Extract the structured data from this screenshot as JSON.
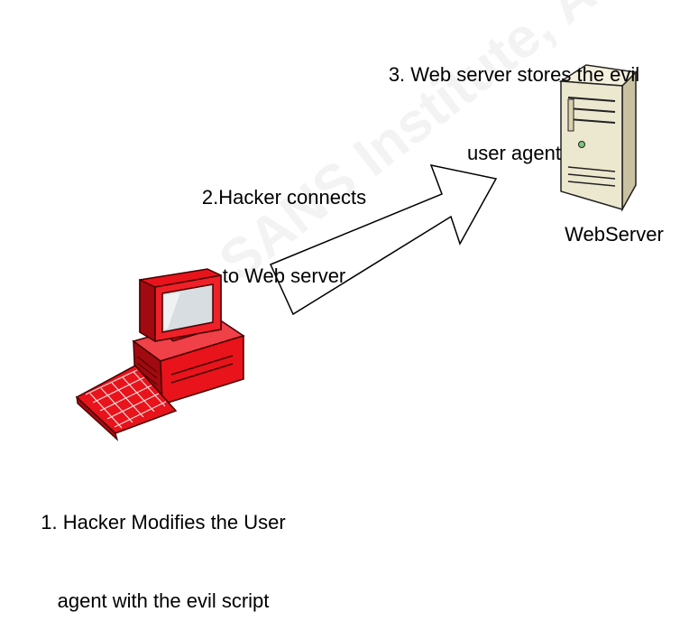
{
  "labels": {
    "step3": [
      "3. Web server stores the evil",
      "user agent"
    ],
    "step2": [
      "2.Hacker connects",
      "to Web server"
    ],
    "webserver": "WebServer",
    "step1": [
      "1. Hacker Modifies the User",
      "agent with the evil script"
    ]
  },
  "watermark": "SANS Institute, Author retains",
  "colors": {
    "hacker_pc": "#e8131b",
    "hacker_pc_dark": "#a10a10",
    "server_body": "#ece7cf",
    "server_shade": "#c9c1a0",
    "arrow_fill": "#ffffff",
    "arrow_stroke": "#000000"
  }
}
